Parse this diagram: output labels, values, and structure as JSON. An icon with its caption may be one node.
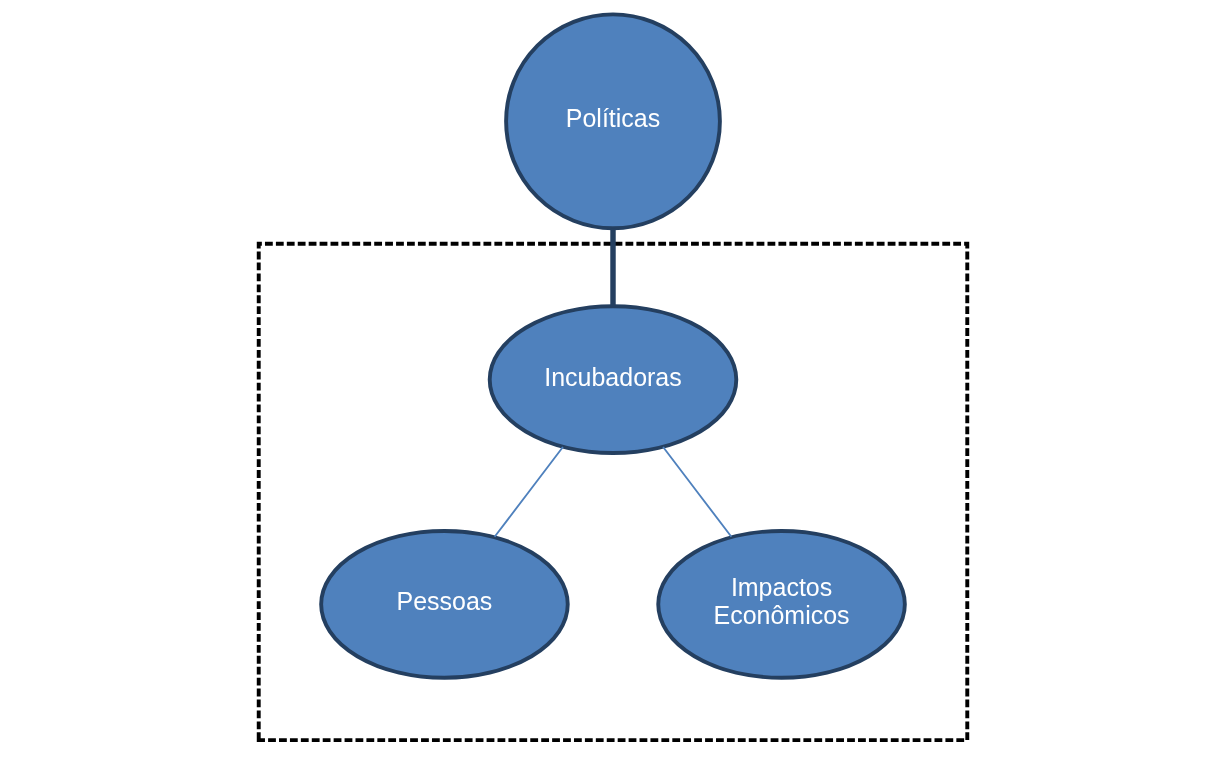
{
  "diagram": {
    "nodes": [
      {
        "text": [
          "Políticas"
        ]
      },
      {
        "text": [],
        "shape": "box"
      },
      {
        "text": [
          "Incubadoras"
        ],
        "in": 1
      },
      {
        "text": [
          "Pessoas"
        ],
        "in": 1
      },
      {
        "text": [
          "Impactos Econômicos"
        ],
        "in": 1
      }
    ],
    "edges": [
      {
        "from": 0,
        "to": 2,
        "arrow": "none",
        "style": "thick",
        "color": "#243f60"
      },
      {
        "from": 2,
        "to": 3,
        "arrow": "none"
      },
      {
        "from": 2,
        "to": 4,
        "arrow": "none"
      }
    ]
  }
}
